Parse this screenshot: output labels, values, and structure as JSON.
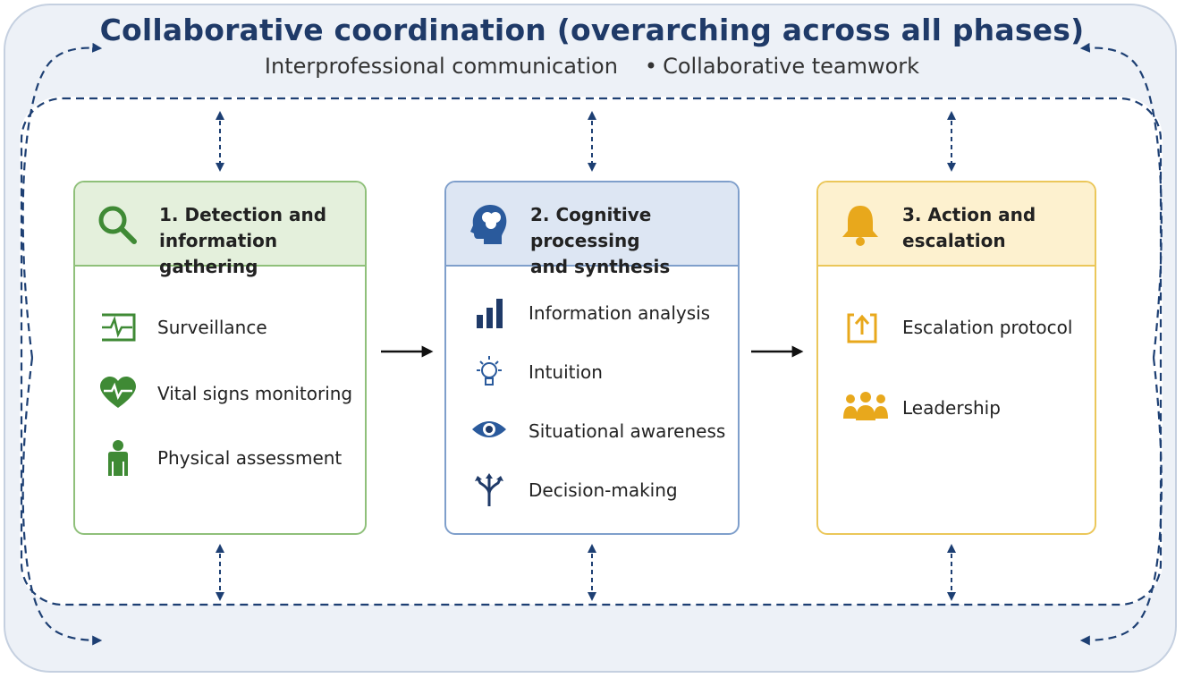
{
  "header": {
    "title": "Collaborative coordination (overarching across all phases)",
    "subtitle_left": "Interprofessional communication",
    "bullet": "•",
    "subtitle_right": "Collaborative teamwork"
  },
  "phases": [
    {
      "title_line1": "1. Detection and",
      "title_line2": "information gathering",
      "icon": "magnifier-icon",
      "color": "#3f8a35",
      "items": [
        {
          "label": "Surveillance",
          "icon": "monitor-heartbeat-icon"
        },
        {
          "label": "Vital signs monitoring",
          "icon": "heart-pulse-icon"
        },
        {
          "label": "Physical assessment",
          "icon": "person-icon"
        }
      ]
    },
    {
      "title_line1": "2. Cognitive processing",
      "title_line2": "and synthesis",
      "icon": "brain-head-icon",
      "color": "#2a5a9c",
      "items": [
        {
          "label": "Information analysis",
          "icon": "bar-chart-icon"
        },
        {
          "label": "Intuition",
          "icon": "lightbulb-icon"
        },
        {
          "label": "Situational awareness",
          "icon": "eye-icon"
        },
        {
          "label": "Decision-making",
          "icon": "fork-arrows-icon"
        }
      ]
    },
    {
      "title_line1": "3. Action and",
      "title_line2": "escalation",
      "icon": "bell-icon",
      "color": "#e8a81c",
      "items": [
        {
          "label": "Escalation protocol",
          "icon": "upload-arrow-icon"
        },
        {
          "label": "Leadership",
          "icon": "group-icon"
        }
      ]
    }
  ]
}
